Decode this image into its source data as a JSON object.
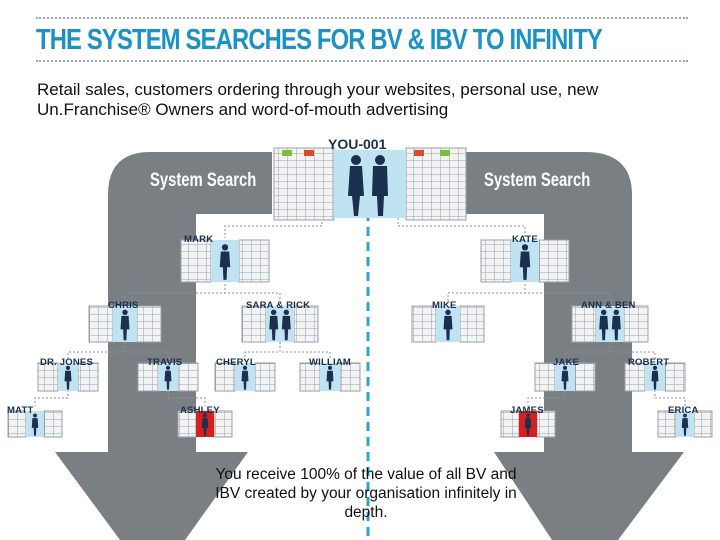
{
  "title": "THE SYSTEM SEARCHES FOR BV & IBV TO INFINITY",
  "subtitle": "Retail sales, customers ordering through your websites, personal use, new Un.Franchise® Owners and word-of-mouth advertising",
  "root": {
    "label": "YOU-001"
  },
  "search_labels": {
    "left": "System Search",
    "right": "System Search"
  },
  "nodes": {
    "mark": "MARK",
    "kate": "KATE",
    "chris": "CHRIS",
    "sara_rick": "SARA & RICK",
    "mike": "MIKE",
    "ann_ben": "ANN & BEN",
    "dr_jones": "DR. JONES",
    "travis": "TRAVIS",
    "cheryl": "CHERYL",
    "william": "WILLIAM",
    "jake": "JAKE",
    "robert": "ROBERT",
    "matt": "MATT",
    "ashley": "ASHLEY",
    "james": "JAMES",
    "erica": "ERICA"
  },
  "footer": "You receive 100% of the value of all BV and IBV created by your organisation infinitely in depth.",
  "colors": {
    "title": "#1a92c8",
    "arrow": "#7a7f84",
    "node_bg": "#bfe3f0",
    "highlight": "#d42020",
    "figure": "#1b2f4e",
    "divider": "#2ba3d5"
  }
}
